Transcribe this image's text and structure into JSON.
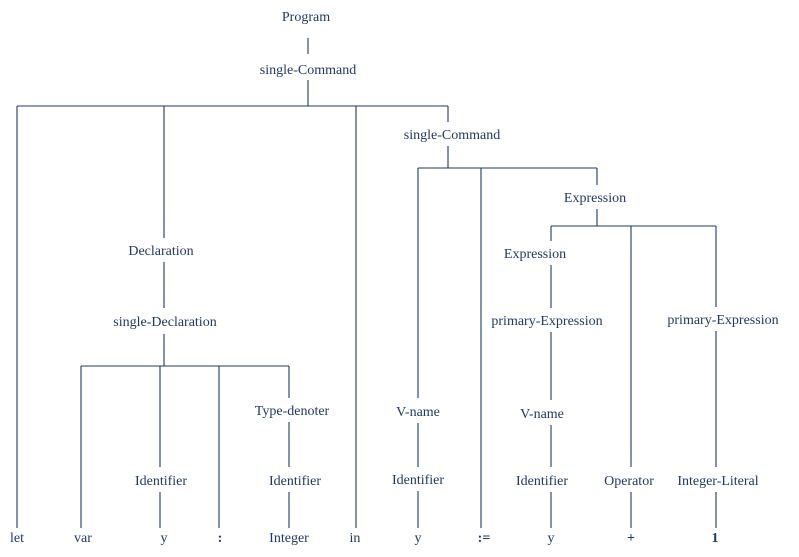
{
  "nodes": {
    "program": "Program",
    "single_command_root": "single-Command",
    "declaration": "Declaration",
    "single_declaration": "single-Declaration",
    "type_denoter": "Type-denoter",
    "identifier_y_decl": "Identifier",
    "identifier_type": "Identifier",
    "single_command_inner": "single-Command",
    "v_name_target": "V-name",
    "identifier_target": "Identifier",
    "expression_outer": "Expression",
    "expression_inner": "Expression",
    "primary_expression_left": "primary-Expression",
    "primary_expression_right": "primary-Expression",
    "v_name_operand": "V-name",
    "identifier_operand": "Identifier",
    "operator": "Operator",
    "integer_literal": "Integer-Literal"
  },
  "terminals": {
    "let": "let",
    "var": "var",
    "y_decl": "y",
    "colon": ":",
    "integer": "Integer",
    "in": "in",
    "y_target": "y",
    "assign": ":=",
    "y_operand": "y",
    "plus": "+",
    "one": "1"
  },
  "colors": {
    "line": "#1f3864",
    "text": "#1f3864",
    "background": "#ffffff"
  }
}
